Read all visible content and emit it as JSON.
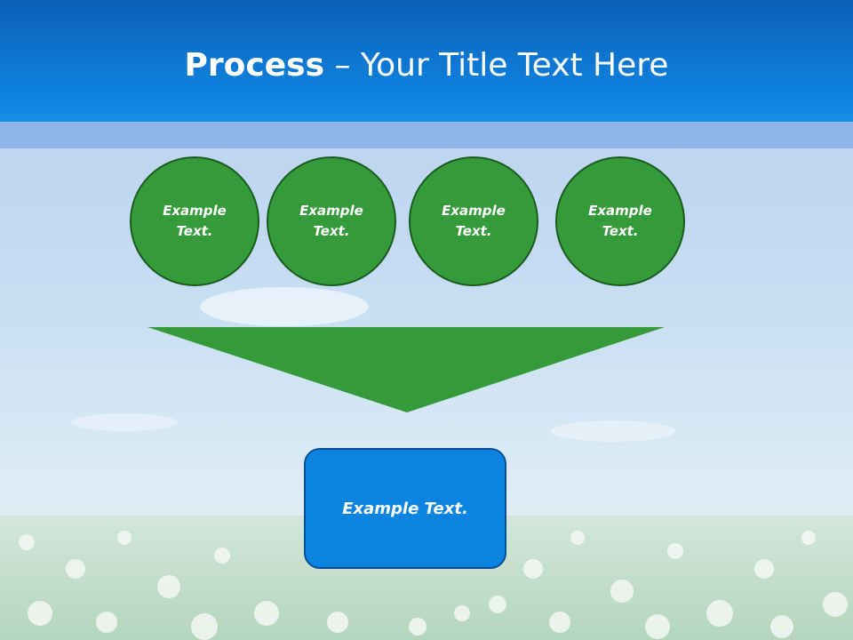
{
  "slide": {
    "title_bold": "Process",
    "title_rest": " – Your Title Text Here"
  },
  "process": {
    "steps": [
      {
        "label": "Example Text."
      },
      {
        "label": "Example Text."
      },
      {
        "label": "Example Text."
      },
      {
        "label": "Example Text."
      }
    ],
    "result": {
      "label": "Example Text."
    }
  },
  "colors": {
    "header": "#0f86e2",
    "step_fill": "#359b3a",
    "funnel_fill": "#359b3a",
    "result_fill": "#0b84e0"
  }
}
